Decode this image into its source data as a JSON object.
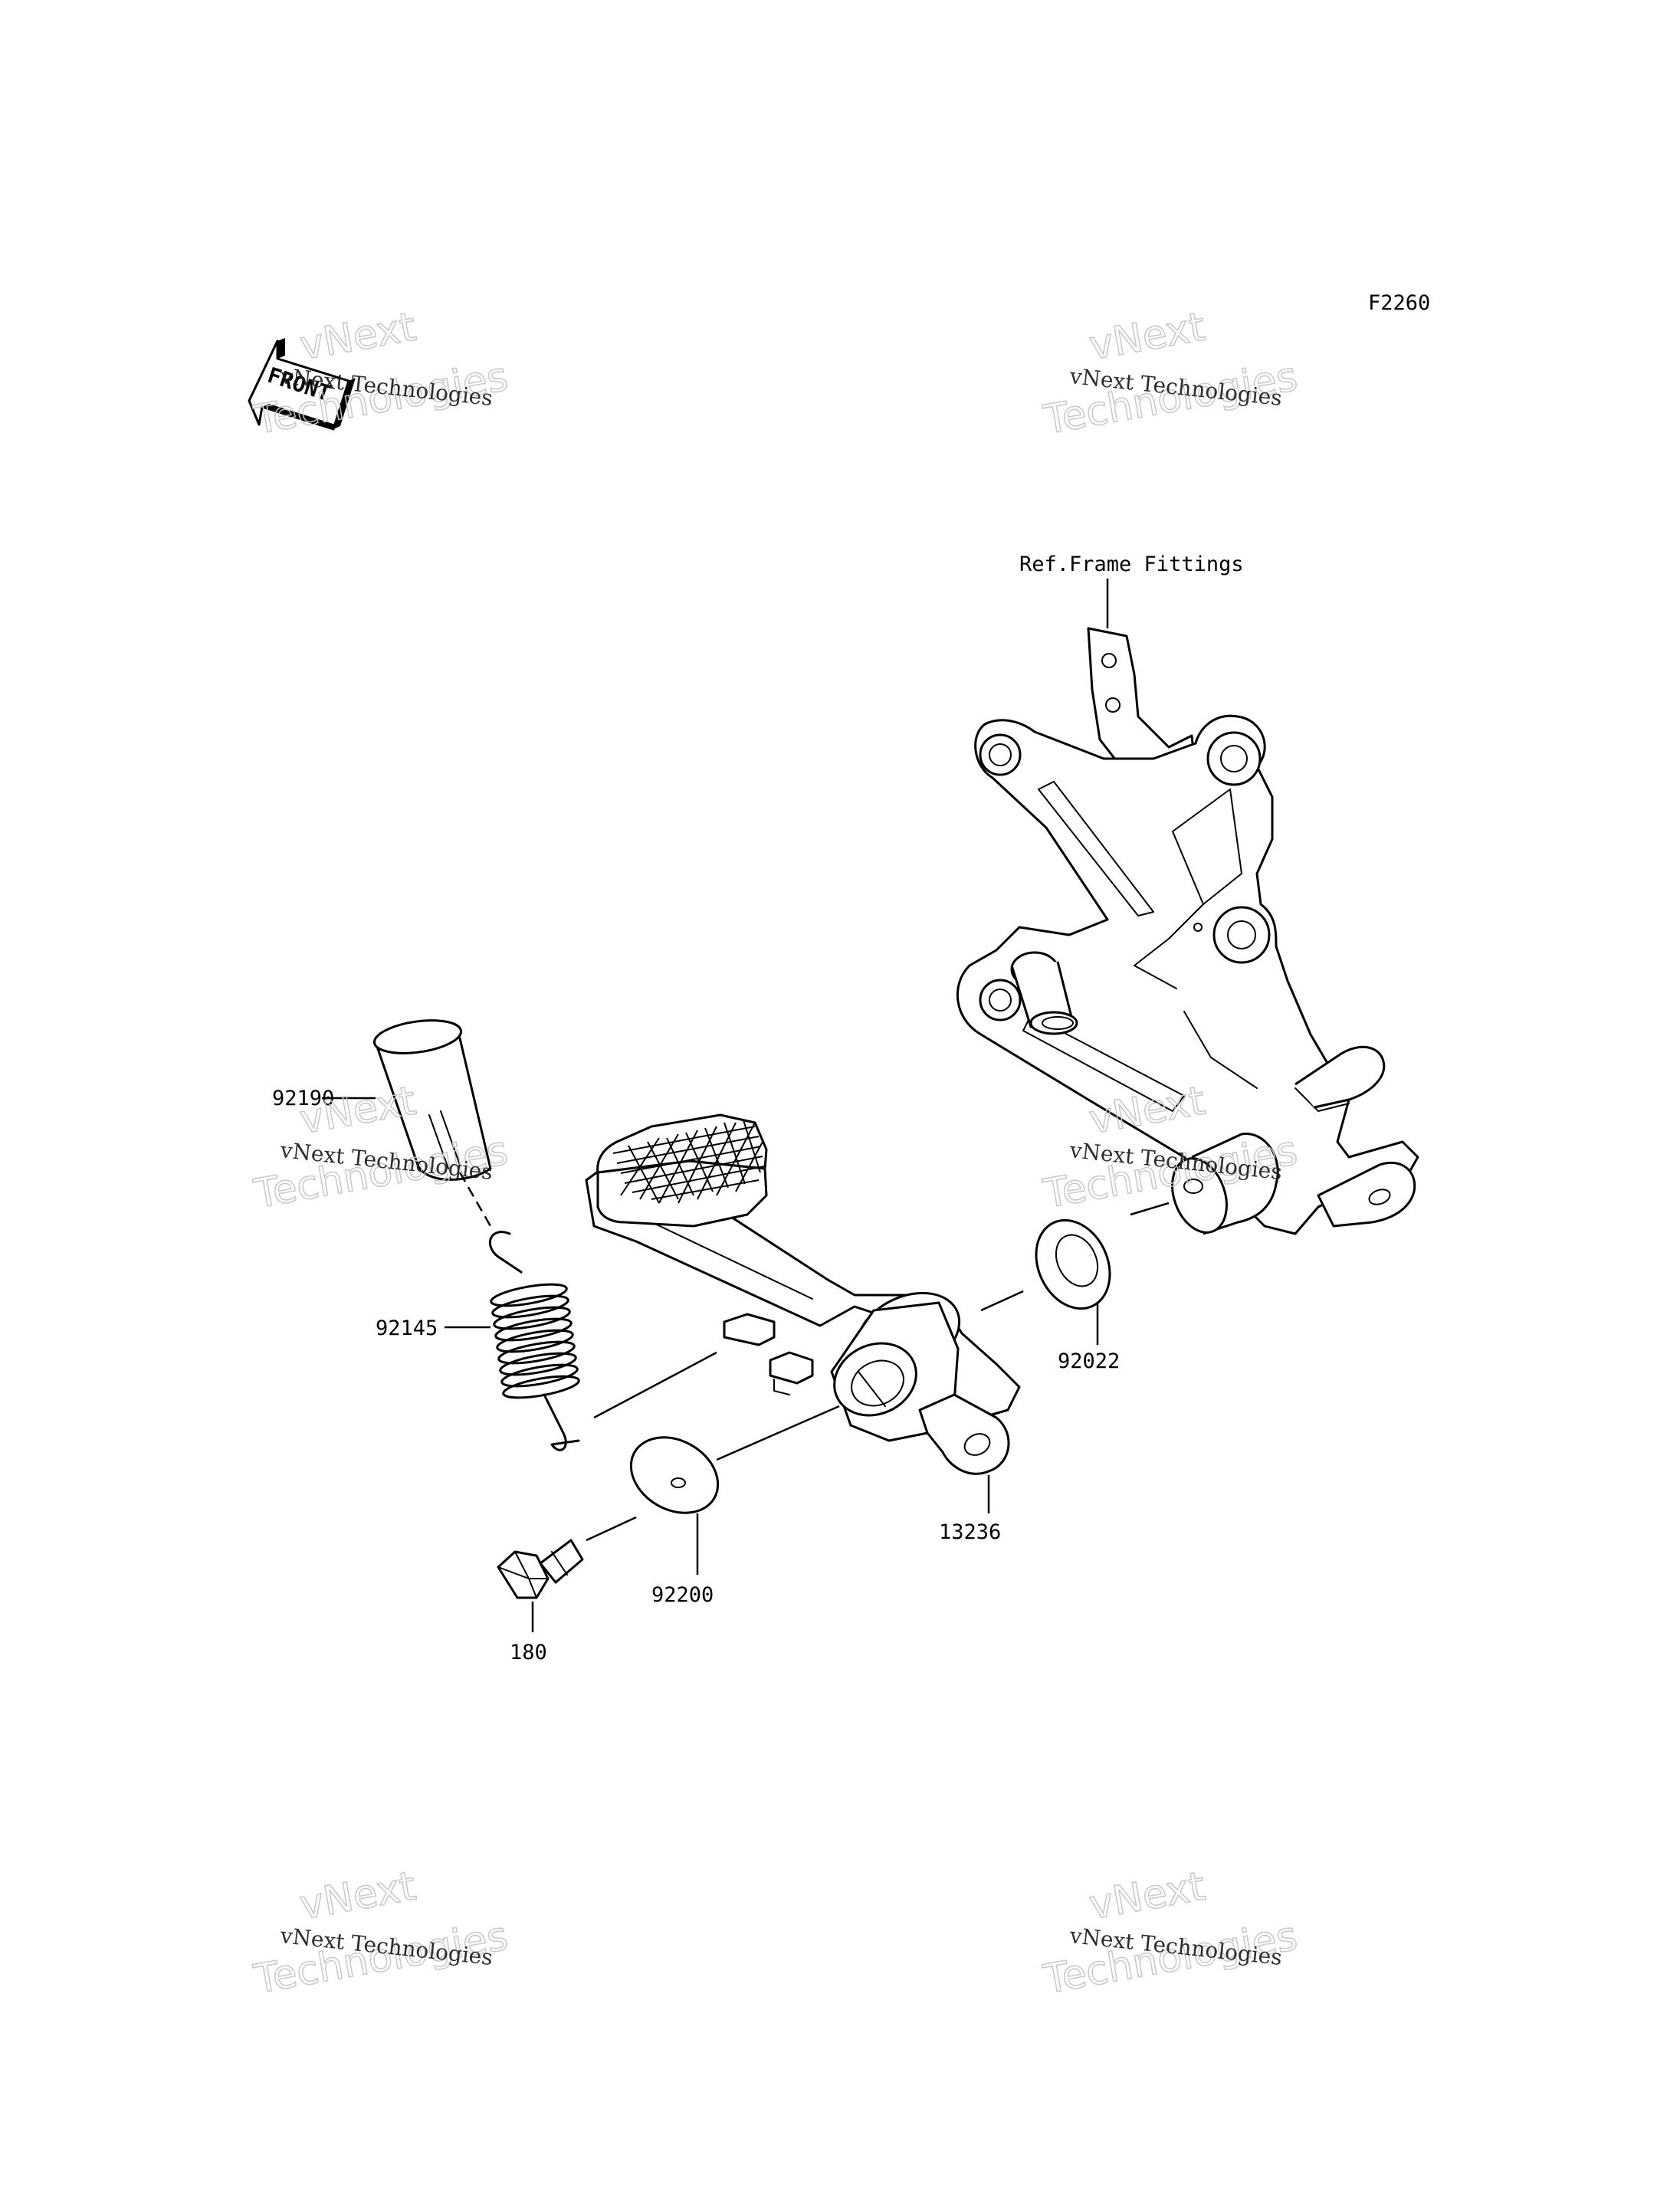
{
  "figure_id": "F2260",
  "ref_label": "Ref.Frame Fittings",
  "front_marker": "FRONT",
  "parts": {
    "cover": "92190",
    "spring": "92145",
    "pedal": "13236",
    "washer_pivot": "92022",
    "washer_bolt": "92200",
    "bolt": "180"
  },
  "watermark": {
    "small": "vNext Technologies",
    "large_line1": "vNext",
    "large_line2": "Technologies"
  }
}
